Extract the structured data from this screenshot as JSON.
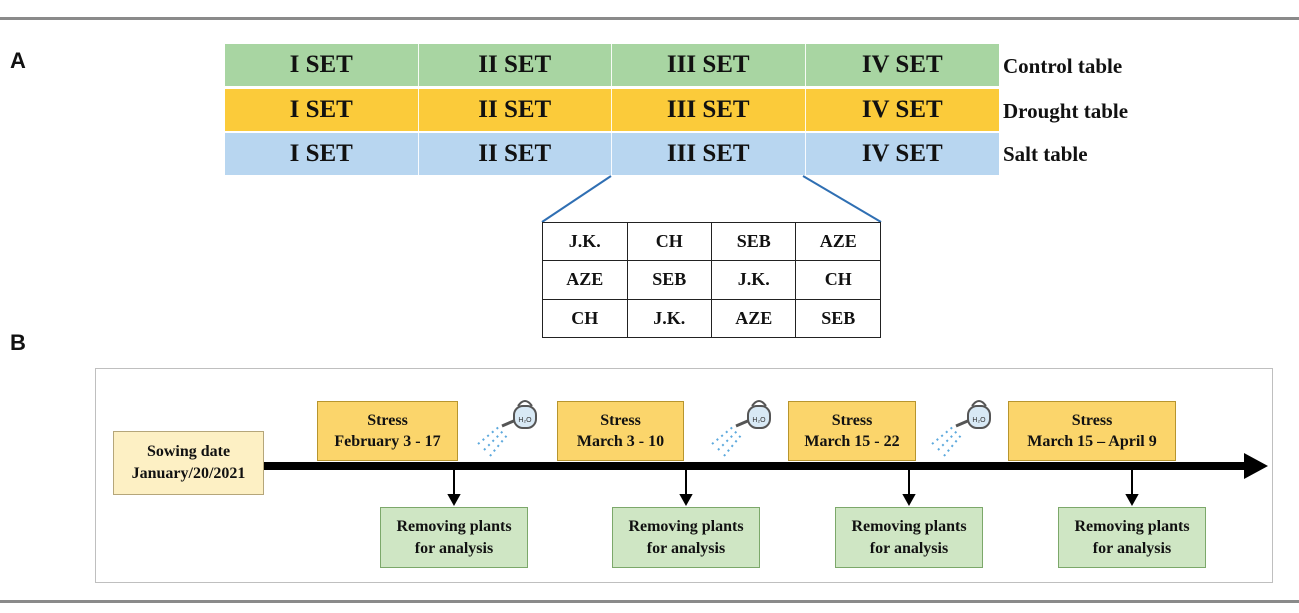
{
  "panels": {
    "a": "A",
    "b": "B"
  },
  "rows": [
    {
      "name": "Control table",
      "color": "#a8d5a2",
      "sets": [
        "I SET",
        "II SET",
        "III SET",
        "IV SET"
      ]
    },
    {
      "name": "Drought table",
      "color": "#fbcb3a",
      "sets": [
        "I SET",
        "II SET",
        "III SET",
        "IV SET"
      ]
    },
    {
      "name": "Salt table",
      "color": "#b8d6f0",
      "sets": [
        "I SET",
        "II SET",
        "III SET",
        "IV SET"
      ]
    }
  ],
  "layout_grid": [
    [
      "J.K.",
      "CH",
      "SEB",
      "AZE"
    ],
    [
      "AZE",
      "SEB",
      "J.K.",
      "CH"
    ],
    [
      "CH",
      "J.K.",
      "AZE",
      "SEB"
    ]
  ],
  "timeline": {
    "sowing": {
      "line1": "Sowing date",
      "line2": "January/20/2021"
    },
    "stress": [
      {
        "line1": "Stress",
        "line2": "February 3 - 17"
      },
      {
        "line1": "Stress",
        "line2": "March 3 - 10"
      },
      {
        "line1": "Stress",
        "line2": "March 15 - 22"
      },
      {
        "line1": "Stress",
        "line2": "March 15 – April 9"
      }
    ],
    "removal": [
      {
        "line1": "Removing plants",
        "line2": "for analysis"
      },
      {
        "line1": "Removing plants",
        "line2": "for analysis"
      },
      {
        "line1": "Removing plants",
        "line2": "for analysis"
      },
      {
        "line1": "Removing plants",
        "line2": "for analysis"
      }
    ],
    "watering_can_label": "H₂O",
    "watering_icon": "watering-can-icon"
  }
}
